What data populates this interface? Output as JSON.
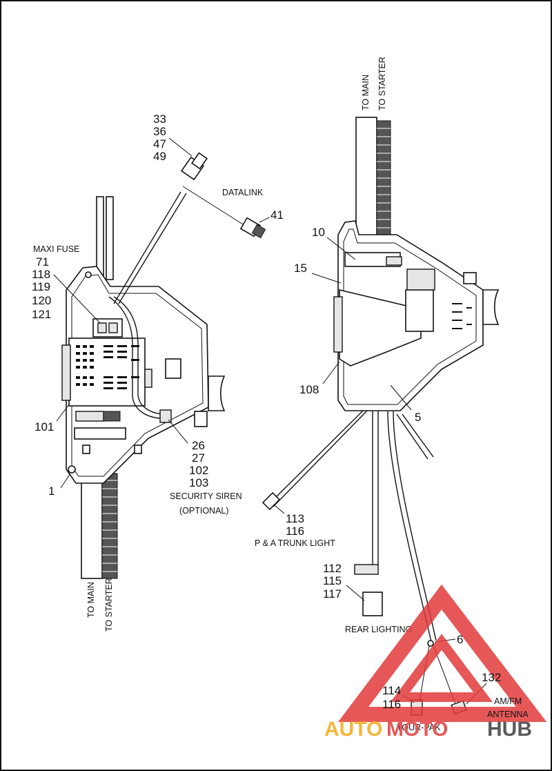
{
  "left_view": {
    "callouts": {
      "g33": [
        "33",
        "36",
        "47",
        "49"
      ],
      "datalink_ref": "41",
      "maxi_fuse_refs": [
        "71",
        "118",
        "119",
        "120",
        "121"
      ],
      "fuse_box_ref": "101",
      "siren_refs": [
        "26",
        "27",
        "102",
        "103"
      ],
      "bracket_ref": "1"
    },
    "labels": {
      "datalink": "DATALINK",
      "maxi_fuse": "MAXI FUSE",
      "security_siren": "SECURITY SIREN",
      "optional": "(OPTIONAL)",
      "to_main": "TO MAIN",
      "to_starter": "TO STARTER"
    }
  },
  "right_view": {
    "callouts": {
      "clamp_ref": "10",
      "bracket_ref": "15",
      "cover_ref": "108",
      "harness_ref": "5",
      "trunk_light_refs": [
        "113",
        "116"
      ],
      "rear_lighting_refs": [
        "112",
        "115",
        "117"
      ],
      "tourpak_node_ref": "6",
      "tourpak_refs": [
        "114",
        "116"
      ],
      "antenna_ref": "132"
    },
    "labels": {
      "to_main": "TO MAIN",
      "to_starter": "TO STARTER",
      "trunk_light": "P & A TRUNK LIGHT",
      "rear_lighting": "REAR LIGHTING",
      "tour_pak": "TOUR-PAK",
      "am_fm": "AM/FM",
      "antenna": "ANTENNA"
    }
  },
  "watermark": {
    "text_auto": "AUTO",
    "text_moto": "MOTO",
    "text_hub": "HUB",
    "colors": {
      "auto": "#f3b73a",
      "moto": "#e35a5a",
      "hub": "#5a5a5a",
      "logo": "#e23b3b"
    }
  }
}
